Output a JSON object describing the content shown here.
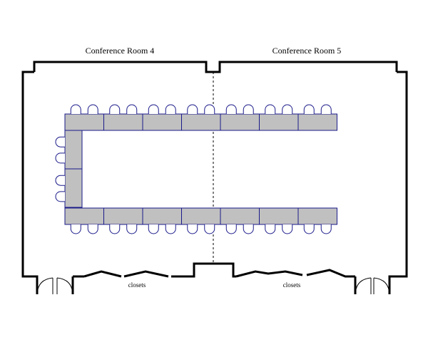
{
  "rooms": {
    "left": {
      "label": "Conference Room 4"
    },
    "right": {
      "label": "Conference Room 5"
    }
  },
  "closets": {
    "left_label": "closets",
    "right_label": "closets"
  },
  "colors": {
    "table_fill": "#c0c0c0",
    "table_stroke": "#1a1a8a",
    "chair_stroke": "#1a1a8a",
    "wall": "#000000"
  },
  "layout_meta": {
    "arrangement": "u-shape",
    "top_table_segments": 7,
    "bottom_table_segments": 7,
    "side_table_segments": 2,
    "chairs_per_segment": 2
  }
}
